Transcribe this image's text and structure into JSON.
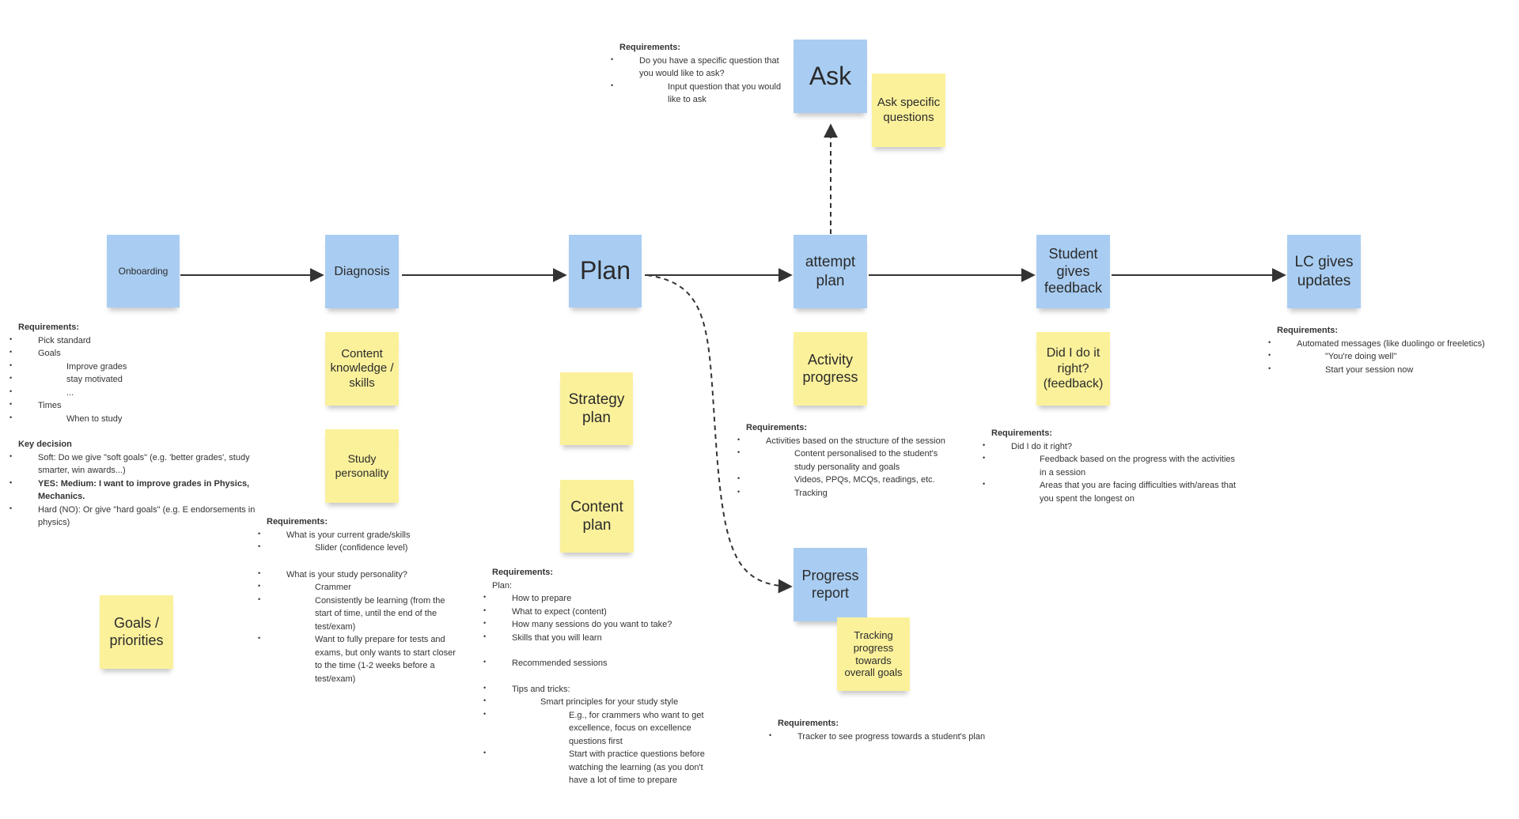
{
  "stickies": {
    "onboarding": "Onboarding",
    "diagnosis": "Diagnosis",
    "plan": "Plan",
    "attempt_plan": "attempt plan",
    "student_gives_feedback": "Student gives feedback",
    "lc_gives_updates": "LC gives updates",
    "ask": "Ask",
    "ask_specific_questions": "Ask specific questions",
    "content_knowledge_skills": "Content knowledge / skills",
    "study_personality": "Study personality",
    "strategy_plan": "Strategy plan",
    "content_plan": "Content plan",
    "activity_progress": "Activity progress",
    "did_i_do_it_right": "Did I do it right? (feedback)",
    "progress_report": "Progress report",
    "tracking_progress": "Tracking progress towards overall goals",
    "goals_priorities": "Goals / priorities"
  },
  "notes": {
    "ask": {
      "heading": "Requirements:",
      "items": [
        "Do you have a specific question that you would like to ask?",
        "Input question that you would like to ask"
      ]
    },
    "onboarding": {
      "heading": "Requirements:",
      "items": [
        "Pick standard",
        "Goals",
        "Improve grades",
        "stay motivated",
        "...",
        "Times",
        "When to study"
      ],
      "decision_heading": "Key decision",
      "decision_items": [
        "Soft: Do we give \"soft goals\" (e.g. 'better grades', study smarter, win awards...)",
        "YES: Medium: I want to improve grades in Physics, Mechanics.",
        "Hard (NO): Or give \"hard goals\" (e.g. E endorsements in physics)"
      ]
    },
    "diagnosis": {
      "heading": "Requirements:",
      "items": [
        "What is your current grade/skills",
        "Slider (confidence level)",
        "What is your study personality?",
        "Crammer",
        "Consistently be learning (from the start of time, until the end of the test/exam)",
        "Want to fully prepare for tests and exams, but only wants to start closer to the time (1-2 weeks before a test/exam)"
      ]
    },
    "plan": {
      "heading": "Requirements:",
      "intro": "Plan:",
      "items": [
        "How to prepare",
        "What to expect (content)",
        "How many sessions do you want to take?",
        "Skills that you will learn",
        "Recommended sessions",
        "Tips and tricks:",
        "Smart principles for your study style",
        "E.g., for crammers who want to get excellence, focus on excellence questions first",
        "Start with practice questions before watching the learning (as you don't have a lot of time to prepare"
      ]
    },
    "attempt": {
      "heading": "Requirements:",
      "items": [
        "Activities based on the structure of the session",
        "Content personalised to the student's study personality and goals",
        "Videos, PPQs, MCQs, readings, etc.",
        "Tracking"
      ]
    },
    "feedback": {
      "heading": "Requirements:",
      "items": [
        "Did I do it right?",
        "Feedback based on the progress with the activities in a session",
        "Areas that you are facing difficulties with/areas that you spent the longest on"
      ]
    },
    "updates": {
      "heading": "Requirements:",
      "items": [
        "Automated messages (like duolingo or freeletics)",
        "\"You're doing well\"",
        "Start your session now"
      ]
    },
    "progress": {
      "heading": "Requirements:",
      "items": [
        "Tracker to see progress towards a student's plan"
      ]
    }
  },
  "colors": {
    "blue_sticky": "#a9cdf2",
    "yellow_sticky": "#fbf19b",
    "connector": "#333333"
  }
}
